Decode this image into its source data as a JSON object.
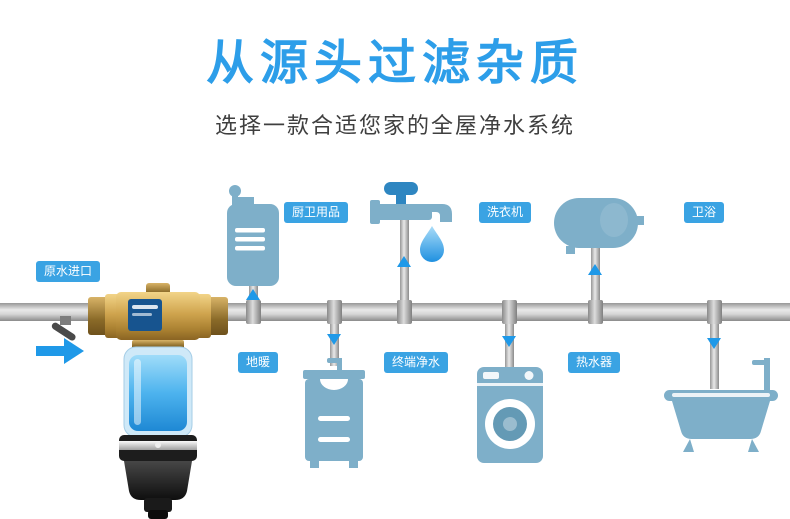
{
  "header": {
    "title": "从源头过滤杂质",
    "subtitle": "选择一款合适您家的全屋净水系统"
  },
  "diagram": {
    "labels": {
      "inlet": "原水进口",
      "kitchen_bath": "厨卫用品",
      "washing_machine": "洗衣机",
      "bathroom": "卫浴",
      "floor_heating": "地暖",
      "terminal_purifier": "终端净水",
      "water_heater": "热水器"
    },
    "icons": [
      "boiler-tank-icon",
      "faucet-icon",
      "water-drop-icon",
      "horizontal-tank-icon",
      "sink-cabinet-icon",
      "washing-machine-icon",
      "bathtub-icon",
      "flow-arrow-icon",
      "valve-icon",
      "prefilter-device-image"
    ],
    "colors": {
      "title_blue": "#2d9ee9",
      "badge_blue": "#3aa3e3",
      "icon_blue": "#7eafc9",
      "arrow_blue": "#1f99e8",
      "pipe_gray": "#c6c6c6",
      "water_blue": "#2b9fe0",
      "brass_gold": "#d2a94f"
    }
  }
}
